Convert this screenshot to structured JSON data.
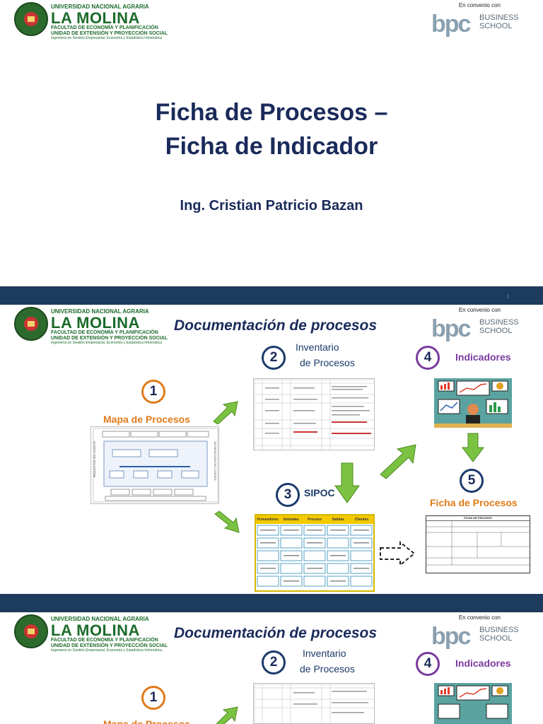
{
  "branding": {
    "university_line": "UNIVERSIDAD NACIONAL AGRARIA",
    "university_name": "LA MOLINA",
    "faculty_line": "FACULTAD DE ECONOMÍA Y PLANIFICACIÓN",
    "unit_line": "UNIDAD DE EXTENSIÓN Y PROYECCIÓN SOCIAL",
    "program_line": "Ingeniería en Gestión Empresarial, Economía y Estadística Informática",
    "partner_caption": "En convenio con",
    "partner_mark": "bpc",
    "partner_name_1": "BUSINESS",
    "partner_name_2": "SCHOOL"
  },
  "slide1": {
    "title_line1": "Ficha de Procesos –",
    "title_line2": "Ficha de Indicador",
    "author": "Ing. Cristian Patricio Bazan"
  },
  "slide2": {
    "page_number": "1",
    "heading": "Documentación de procesos",
    "steps": [
      {
        "number": "1",
        "label": "Mapa de Procesos",
        "color": "#e07b1a"
      },
      {
        "number": "2",
        "label_1": "Inventario",
        "label_2": "de Procesos",
        "color": "#1a3a6a"
      },
      {
        "number": "3",
        "label": "SIPOC",
        "color": "#1a3a6a"
      },
      {
        "number": "4",
        "label": "Indicadores",
        "color": "#7a3aa0"
      },
      {
        "number": "5",
        "label": "Ficha de Procesos",
        "color": "#e07b1a"
      }
    ],
    "sipoc_headers": [
      "Proveedores",
      "Entradas",
      "Proceso",
      "Salidas",
      "Clientes"
    ],
    "ficha_header": "FICHA DE PROCESO",
    "map_left_label": "REQUISITOS DEL CLIENTE",
    "map_right_label": "SATISFACCIÓN DEL CLIENTE"
  },
  "colors": {
    "brand_green": "#1b6b2a",
    "navy": "#1a2a5a",
    "arrow_green": "#7cc242",
    "divider": "#1d3b5c",
    "orange": "#e07b1a",
    "purple": "#7a3aa0"
  }
}
